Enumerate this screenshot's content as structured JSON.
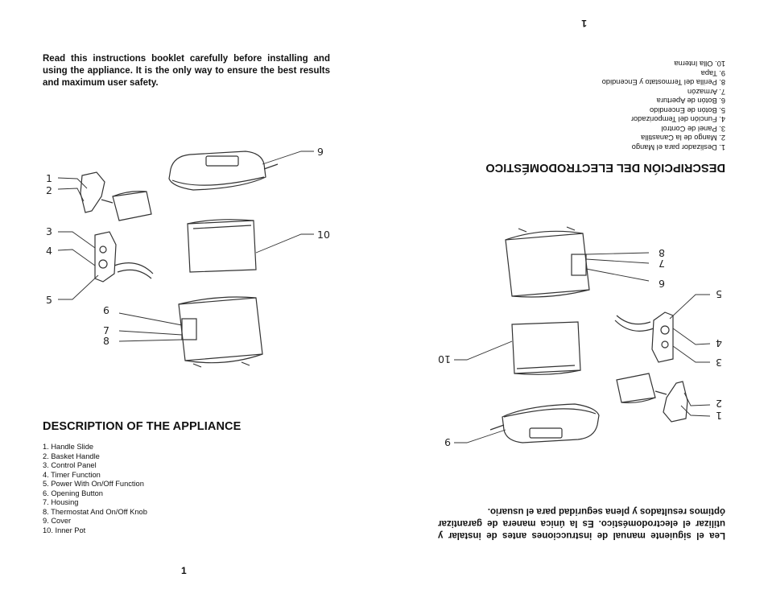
{
  "pages": {
    "english": {
      "intro": "Read this instructions booklet carefully before installing and using the appliance. It is the only way to ensure the best results and maximum user safety.",
      "heading": "DESCRIPTION OF THE APPLIANCE",
      "parts": [
        "1. Handle Slide",
        "2. Basket Handle",
        "3. Control Panel",
        "4. Timer Function",
        "5. Power With On/Off Function",
        "6. Opening Button",
        "7. Housing",
        "8. Thermostat And On/Off Knob",
        "9. Cover",
        "10. Inner Pot"
      ],
      "page_number": "1"
    },
    "spanish": {
      "intro": "Lea el siguiente manual de instrucciones antes de instalar y utilizar el electrodoméstico. Es la única manera de garantizar óptimos resultados y plena seguridad para el usuario.",
      "heading": "DESCRIPCIÓN DEL ELECTRODOMÉSTICO",
      "parts": [
        "1. Deslizador para el Mango",
        "2. Mango de la Canastilla",
        "3. Panel de Control",
        "4. Función del Temporizador",
        "5. Botón de Encendido",
        "6. Botón de Apertura",
        "7. Armazón",
        "8. Perilla del Termostato y Encendido",
        "9. Tapa",
        "10. Olla Interna"
      ],
      "page_number": "1"
    }
  },
  "diagram_labels": [
    "1",
    "2",
    "3",
    "4",
    "5",
    "6",
    "7",
    "8",
    "9",
    "10"
  ]
}
